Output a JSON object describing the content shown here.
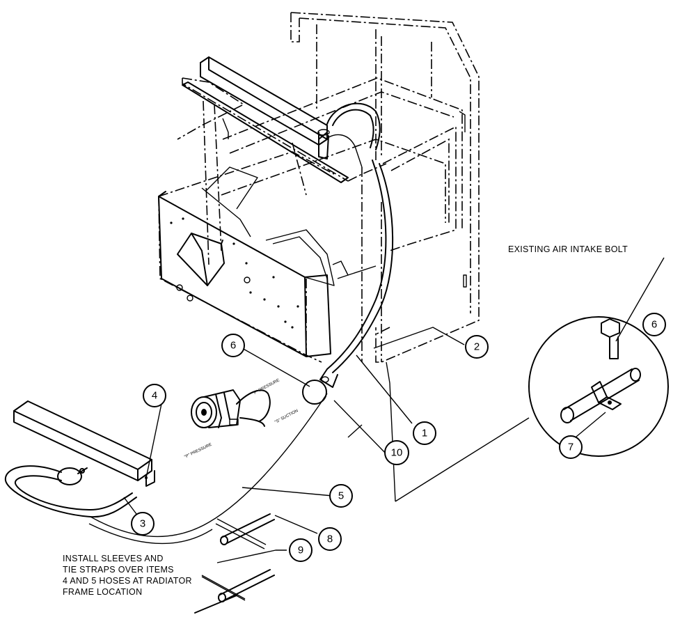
{
  "callouts": {
    "c1": "1",
    "c2": "2",
    "c3": "3",
    "c4": "4",
    "c5": "5",
    "c6_main": "6",
    "c6_detail": "6",
    "c7": "7",
    "c8": "8",
    "c9": "9",
    "c10": "10"
  },
  "notes": {
    "existing_bolt": "EXISTING AIR INTAKE BOLT",
    "install_line1": "INSTALL SLEEVES AND",
    "install_line2": "TIE STRAPS OVER ITEMS",
    "install_line3": "4 AND 5 HOSES AT RADIATOR",
    "install_line4": "FRAME LOCATION"
  },
  "hose_labels": {
    "pressure_a": "\"P\" PRESSURE",
    "suction": "\"S\" SUCTION",
    "pressure_b": "\"P\" PRESSURE"
  }
}
